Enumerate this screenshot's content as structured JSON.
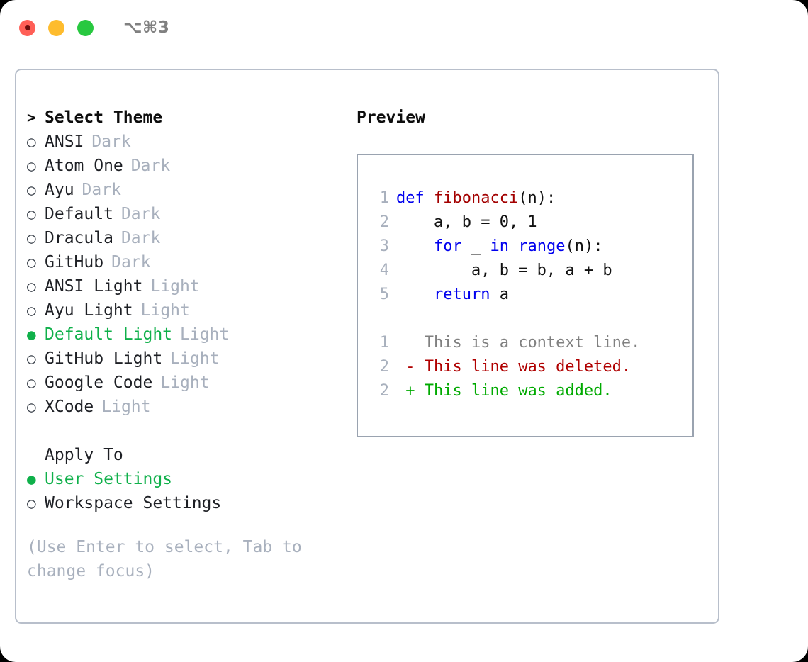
{
  "window": {
    "shortcut": "⌥⌘3",
    "traffic_lights": [
      {
        "name": "close",
        "color": "#ff5f57"
      },
      {
        "name": "minimize",
        "color": "#febc2e"
      },
      {
        "name": "maximize",
        "color": "#28c840"
      }
    ]
  },
  "theme_list": {
    "header_prefix": ">",
    "header": "Select Theme",
    "bullet_unselected": "○",
    "bullet_selected": "●",
    "selected_color": "#0fb04a",
    "items": [
      {
        "name": "ANSI",
        "variant": "Dark",
        "selected": false
      },
      {
        "name": "Atom One",
        "variant": "Dark",
        "selected": false
      },
      {
        "name": "Ayu",
        "variant": "Dark",
        "selected": false
      },
      {
        "name": "Default",
        "variant": "Dark",
        "selected": false
      },
      {
        "name": "Dracula",
        "variant": "Dark",
        "selected": false
      },
      {
        "name": "GitHub",
        "variant": "Dark",
        "selected": false
      },
      {
        "name": "ANSI Light",
        "variant": "Light",
        "selected": false
      },
      {
        "name": "Ayu Light",
        "variant": "Light",
        "selected": false
      },
      {
        "name": "Default Light",
        "variant": "Light",
        "selected": true
      },
      {
        "name": "GitHub Light",
        "variant": "Light",
        "selected": false
      },
      {
        "name": "Google Code",
        "variant": "Light",
        "selected": false
      },
      {
        "name": "XCode",
        "variant": "Light",
        "selected": false
      }
    ]
  },
  "apply_to": {
    "label": "Apply To",
    "options": [
      {
        "name": "User Settings",
        "selected": true
      },
      {
        "name": "Workspace Settings",
        "selected": false
      }
    ]
  },
  "hint": "(Use Enter to select, Tab to change focus)",
  "preview": {
    "title": "Preview",
    "code_lines": [
      {
        "number": "1",
        "tokens": [
          {
            "text": "def ",
            "type": "kw"
          },
          {
            "text": "fibonacci",
            "type": "fn"
          },
          {
            "text": "(n):",
            "type": "plain"
          }
        ]
      },
      {
        "number": "2",
        "tokens": [
          {
            "text": "    a, b = 0, 1",
            "type": "plain"
          }
        ]
      },
      {
        "number": "3",
        "tokens": [
          {
            "text": "    ",
            "type": "plain"
          },
          {
            "text": "for",
            "type": "kw"
          },
          {
            "text": " _ ",
            "type": "plain"
          },
          {
            "text": "in",
            "type": "kw"
          },
          {
            "text": " ",
            "type": "plain"
          },
          {
            "text": "range",
            "type": "kw"
          },
          {
            "text": "(n):",
            "type": "plain"
          }
        ]
      },
      {
        "number": "4",
        "tokens": [
          {
            "text": "        a, b = b, a + b",
            "type": "plain"
          }
        ]
      },
      {
        "number": "5",
        "tokens": [
          {
            "text": "    ",
            "type": "plain"
          },
          {
            "text": "return",
            "type": "kw"
          },
          {
            "text": " a",
            "type": "plain"
          }
        ]
      }
    ],
    "diff_lines": [
      {
        "number": "1",
        "marker": " ",
        "text": " This is a context line.",
        "type": "context"
      },
      {
        "number": "2",
        "marker": "-",
        "text": " This line was deleted.",
        "type": "del"
      },
      {
        "number": "2",
        "marker": "+",
        "text": " This line was added.",
        "type": "add"
      }
    ]
  }
}
